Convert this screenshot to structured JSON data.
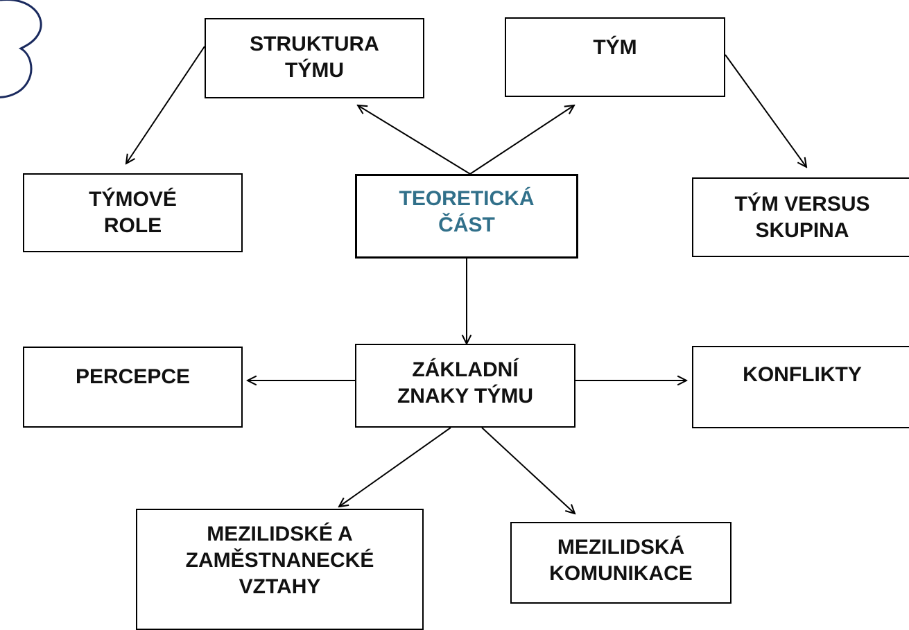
{
  "diagram": {
    "center": {
      "lines": [
        "TEORETICKÁ",
        "ČÁST"
      ]
    },
    "structure": {
      "lines": [
        "STRUKTURA",
        "TÝMU"
      ]
    },
    "team": {
      "lines": [
        "TÝM"
      ]
    },
    "roles": {
      "lines": [
        "TÝMOVÉ",
        "ROLE"
      ]
    },
    "team_vs_group": {
      "lines": [
        "TÝM VERSUS",
        "SKUPINA"
      ]
    },
    "basics": {
      "lines": [
        "ZÁKLADNÍ",
        "ZNAKY TÝMU"
      ]
    },
    "perception": {
      "lines": [
        "PERCEPCE"
      ]
    },
    "conflicts": {
      "lines": [
        "KONFLIKTY"
      ]
    },
    "relations": {
      "lines": [
        "MEZILIDSKÉ  A",
        "ZAMĚSTNANECKÉ",
        "VZTAHY"
      ]
    },
    "communication": {
      "lines": [
        "MEZILIDSKÁ",
        "KOMUNIKACE"
      ]
    }
  },
  "colors": {
    "center_text": "#31708a",
    "box_text": "#111111",
    "border": "#000000",
    "cloud_stroke": "#1a2a5e"
  },
  "decor": {
    "icon": "cloud-outline-icon"
  }
}
